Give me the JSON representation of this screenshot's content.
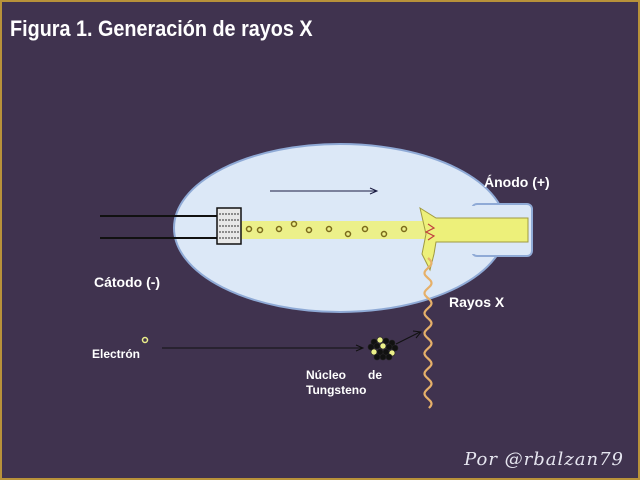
{
  "slide": {
    "title": "Figura 1. Generación de rayos X",
    "credit": "Por @rbalzan79"
  },
  "labels": {
    "anode": "Ánodo (+)",
    "cathode": "Cátodo (-)",
    "xrays": "Rayos X",
    "electron": "Electrón",
    "nucleus_line1_a": "Núcleo",
    "nucleus_line1_b": "de",
    "nucleus_line2": "Tungsteno"
  },
  "colors": {
    "background": "#40334f",
    "border": "#b8923a",
    "tube_fill": "#dce8f7",
    "tube_stroke": "#8faad6",
    "beam": "#ecf08a",
    "anode_fill": "#edf07a",
    "xray_wave": "#e6b06a",
    "electron_stroke": "#7a6a1a"
  }
}
